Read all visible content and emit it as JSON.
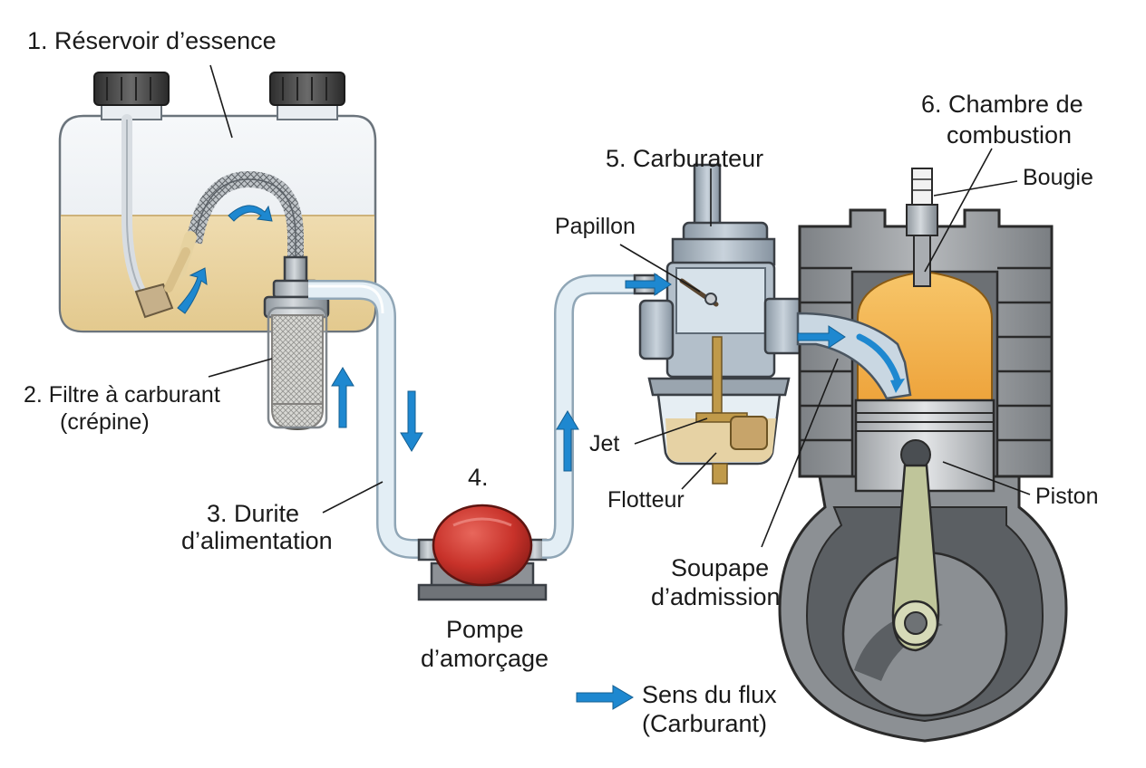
{
  "labels": {
    "tank": "1. Réservoir d’essence",
    "filter_line1": "2. Filtre à carburant",
    "filter_line2": "(crépine)",
    "hose_line1": "3. Durite",
    "hose_line2": "d’alimentation",
    "pump_number": "4.",
    "pump_line1": "Pompe",
    "pump_line2": "d’amorçage",
    "carburetor": "5. Carburateur",
    "throttle": "Papillon",
    "jet": "Jet",
    "float": "Flotteur",
    "chamber_line1": "6. Chambre de",
    "chamber_line2": "combustion",
    "spark_plug": "Bougie",
    "piston": "Piston",
    "valve_line1": "Soupape",
    "valve_line2": "d’admission",
    "legend_line1": "Sens du flux",
    "legend_line2": "(Carburant)"
  },
  "colors": {
    "flow_arrow": "#1e88d0",
    "fuel": "#ecd9a8",
    "tank_plastic": "#eef1f4",
    "hose": "#d6e7f2",
    "pump_bulb": "#c8322a",
    "engine_metal": "#9a9da1",
    "combustion_glow": "#f2b24a",
    "carb_metal": "#aab5bf"
  }
}
